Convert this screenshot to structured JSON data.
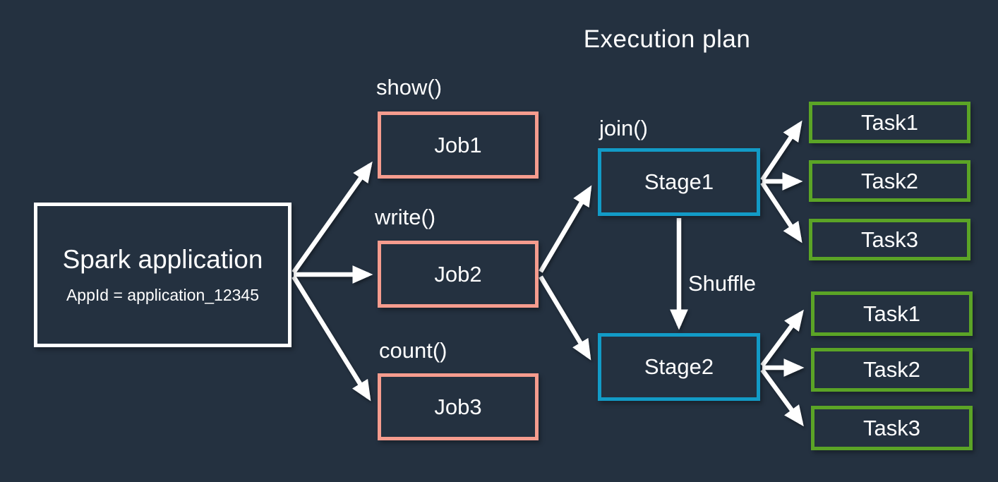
{
  "title": "Execution plan",
  "app": {
    "name": "Spark application",
    "app_id": "AppId = application_12345"
  },
  "jobs": [
    {
      "method": "show()",
      "label": "Job1"
    },
    {
      "method": "write()",
      "label": "Job2"
    },
    {
      "method": "count()",
      "label": "Job3"
    }
  ],
  "stages": [
    {
      "method": "join()",
      "label": "Stage1",
      "tasks": [
        "Task1",
        "Task2",
        "Task3"
      ]
    },
    {
      "label": "Stage2",
      "tasks": [
        "Task1",
        "Task2",
        "Task3"
      ]
    }
  ],
  "shuffle_label": "Shuffle",
  "colors": {
    "background": "#243140",
    "app_border": "#FFFFFF",
    "job_border": "#F69C8E",
    "stage_border": "#129BC7",
    "task_border": "#5BA426",
    "arrow": "#FFFFFF",
    "text": "#FFFFFF"
  }
}
